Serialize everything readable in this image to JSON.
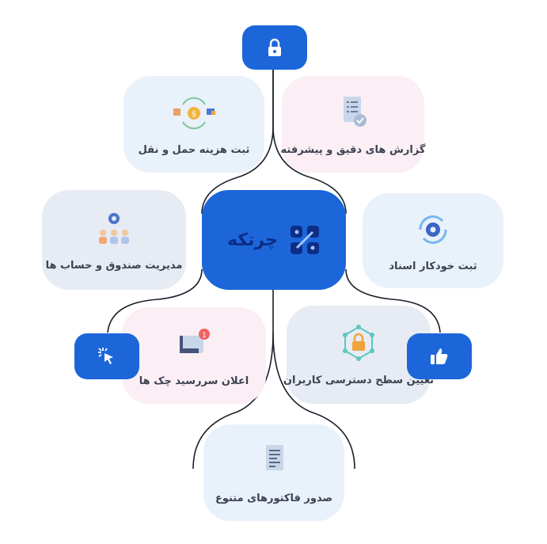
{
  "brand": {
    "name": "چرتکه",
    "color": "#1c66da"
  },
  "features": [
    {
      "label": "ثبت هزینه حمل و نقل",
      "icon": "cost-transport-icon"
    },
    {
      "label": "گزارش های دقیق و پیشرفته",
      "icon": "report-document-icon"
    },
    {
      "label": "مدیریت صندوق و حساب ها",
      "icon": "team-gear-icon"
    },
    {
      "label": "ثبت خودکار اسناد",
      "icon": "auto-sync-gear-icon"
    },
    {
      "label": "اعلان سررسید چک ها",
      "icon": "notification-bell-icon"
    },
    {
      "label": "تعیین سطح دسترسی کاربران",
      "icon": "access-lock-icon"
    },
    {
      "label": "صدور فاکتورهای متنوع",
      "icon": "invoice-icon"
    }
  ],
  "buttons": [
    {
      "icon": "lock-icon"
    },
    {
      "icon": "cursor-click-icon"
    },
    {
      "icon": "thumbs-up-icon"
    }
  ]
}
